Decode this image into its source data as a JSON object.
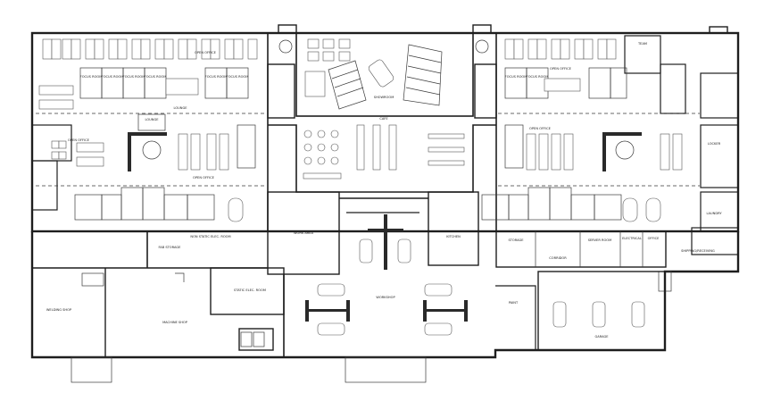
{
  "rooms": [
    {
      "id": "focus-room-1",
      "label": "FOCUS\nROOM"
    },
    {
      "id": "focus-room-2",
      "label": "FOCUS\nROOM"
    },
    {
      "id": "focus-room-3",
      "label": "FOCUS\nROOM"
    },
    {
      "id": "focus-room-4",
      "label": "FOCUS\nROOM"
    },
    {
      "id": "focus-room-5",
      "label": "FOCUS\nROOM"
    },
    {
      "id": "focus-room-6",
      "label": "FOCUS\nROOM"
    },
    {
      "id": "focus-room-7",
      "label": "FOCUS\nROOM"
    },
    {
      "id": "focus-room-8",
      "label": "FOCUS\nROOM"
    },
    {
      "id": "open-office-nw",
      "label": "OPEN OFFICE"
    },
    {
      "id": "open-office-w",
      "label": "OPEN\nOFFICE"
    },
    {
      "id": "open-office-sw",
      "label": "OPEN OFFICE"
    },
    {
      "id": "open-office-ne",
      "label": "OPEN OFFICE"
    },
    {
      "id": "open-office-e",
      "label": "OPEN OFFICE"
    },
    {
      "id": "lounge-w",
      "label": "LOUNGE"
    },
    {
      "id": "lounge-e",
      "label": "LOUNGE"
    },
    {
      "id": "showroom",
      "label": "SHOWROOM"
    },
    {
      "id": "cafe",
      "label": "CAFE"
    },
    {
      "id": "work-area",
      "label": "WORK AREA"
    },
    {
      "id": "kitchen",
      "label": "KITCHEN"
    },
    {
      "id": "workshop",
      "label": "WORKSHOP"
    },
    {
      "id": "garage",
      "label": "GARAGE"
    },
    {
      "id": "paint",
      "label": "PAINT"
    },
    {
      "id": "welding-shop",
      "label": "WELDING SHOP"
    },
    {
      "id": "machine-shop",
      "label": "MACHINE SHOP"
    },
    {
      "id": "non-static-elec-room",
      "label": "NON STATIC ELEC. ROOM"
    },
    {
      "id": "static-elec-room",
      "label": "STATIC ELEC. ROOM"
    },
    {
      "id": "fab-storage",
      "label": "FAB STORAGE"
    },
    {
      "id": "storage",
      "label": "STORAGE"
    },
    {
      "id": "corridor",
      "label": "CORRIDOR"
    },
    {
      "id": "server-room",
      "label": "SERVER ROOM"
    },
    {
      "id": "electrical",
      "label": "ELECTRICAL"
    },
    {
      "id": "office",
      "label": "OFFICE"
    },
    {
      "id": "shipping-receiving",
      "label": "SHIPPING/RECEIVING"
    },
    {
      "id": "team",
      "label": "TEAM"
    },
    {
      "id": "locker",
      "label": "LOCKER"
    },
    {
      "id": "laundry",
      "label": "LAUNDRY"
    }
  ]
}
